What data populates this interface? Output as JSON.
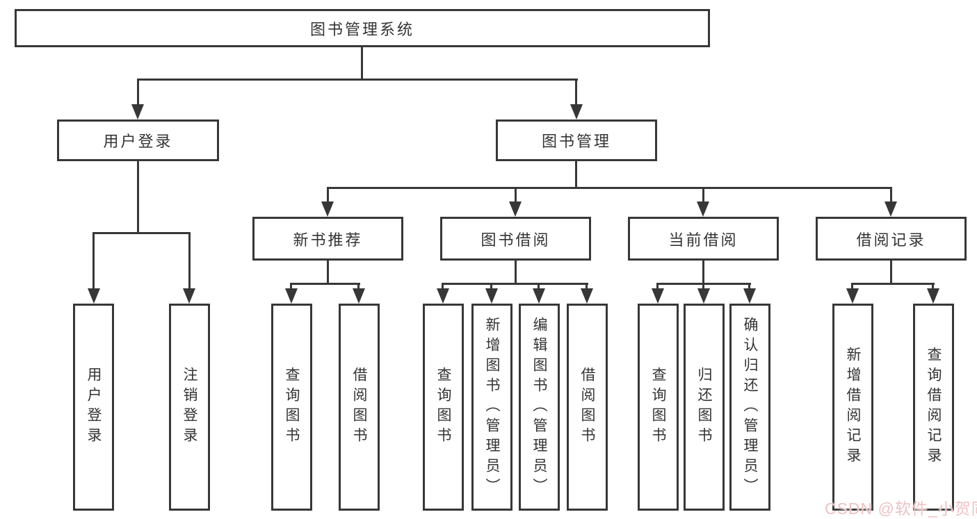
{
  "diagram": {
    "root": {
      "label": "图书管理系统"
    },
    "branches": [
      {
        "label": "用户登录",
        "leaves": [
          {
            "label": "用户登录"
          },
          {
            "label": "注销登录"
          }
        ]
      },
      {
        "label": "图书管理",
        "groups": [
          {
            "label": "新书推荐",
            "leaves": [
              {
                "label": "查询图书"
              },
              {
                "label": "借阅图书"
              }
            ]
          },
          {
            "label": "图书借阅",
            "leaves": [
              {
                "label": "查询图书"
              },
              {
                "label": "新增图书（管理员）"
              },
              {
                "label": "编辑图书（管理员）"
              },
              {
                "label": "借阅图书"
              }
            ]
          },
          {
            "label": "当前借阅",
            "leaves": [
              {
                "label": "查询图书"
              },
              {
                "label": "归还图书"
              },
              {
                "label": "确认归还（管理员）"
              }
            ]
          },
          {
            "label": "借阅记录",
            "leaves": [
              {
                "label": "新增借阅记录"
              },
              {
                "label": "查询借阅记录"
              }
            ]
          }
        ]
      }
    ]
  },
  "watermark": {
    "text": "CSDN @软件_小贺同学"
  },
  "colors": {
    "line": "#373737",
    "text": "#333333",
    "background": "#ffffff",
    "watermark": "#eec2c2"
  }
}
